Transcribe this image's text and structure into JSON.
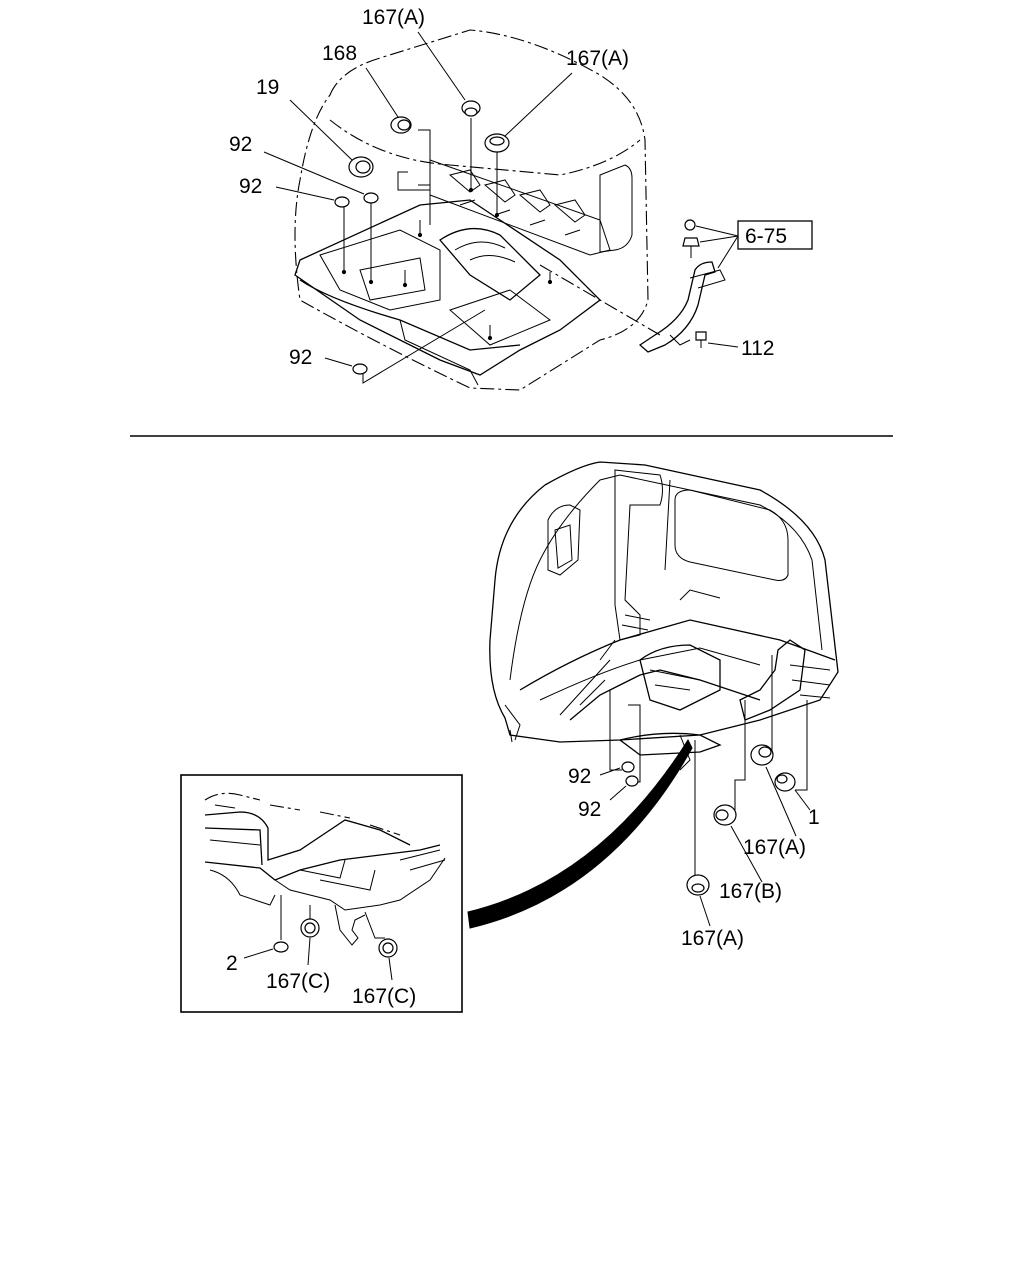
{
  "diagram": {
    "top_labels": {
      "p167a_top": "167(A)",
      "p168": "168",
      "p167a_right": "167(A)",
      "p19": "19",
      "p92_a": "92",
      "p92_b": "92",
      "ref_6_75": "6-75",
      "p112": "112",
      "p92_c": "92"
    },
    "bottom_labels": {
      "p92_d": "92",
      "p92_e": "92",
      "p1": "1",
      "p167a_mid": "167(A)",
      "p167b": "167(B)",
      "p167a_low": "167(A)"
    },
    "inset_labels": {
      "p2": "2",
      "p167c_left": "167(C)",
      "p167c_right": "167(C)"
    }
  }
}
